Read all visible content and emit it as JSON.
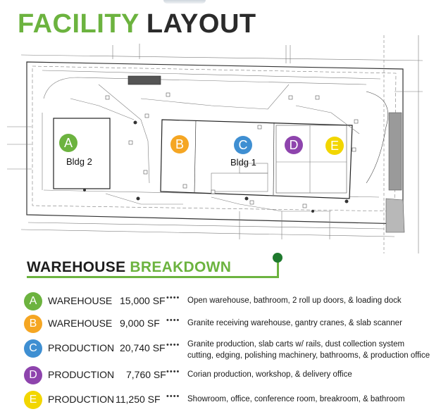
{
  "title": {
    "word1": "FACILITY",
    "word2": "LAYOUT"
  },
  "colors": {
    "green": "#6cb33f",
    "A": "#6cb33f",
    "B": "#f5a623",
    "C": "#3f8fd2",
    "D": "#8e44ad",
    "E": "#f2d600"
  },
  "map": {
    "bldg2_label": "Bldg 2",
    "bldg1_label": "Bldg 1",
    "markers": [
      "A",
      "B",
      "C",
      "D",
      "E"
    ]
  },
  "breakdown": {
    "heading1": "WAREHOUSE",
    "heading2": "BREAKDOWN",
    "rows": [
      {
        "letter": "A",
        "category": "WAREHOUSE",
        "sf": "15,000 SF",
        "dots": "••••",
        "desc1": "Open warehouse, bathroom, 2 roll up doors, & loading dock",
        "desc2": ""
      },
      {
        "letter": "B",
        "category": "WAREHOUSE",
        "sf": "9,000 SF",
        "dots": "••••",
        "desc1": "Granite receiving warehouse, gantry cranes, & slab scanner",
        "desc2": ""
      },
      {
        "letter": "C",
        "category": "PRODUCTION",
        "sf": "20,740 SF",
        "dots": "••••",
        "desc1": "Granite production, slab carts w/ rails, dust collection system",
        "desc2": "cutting, edging, polishing machinery, bathrooms, & production office"
      },
      {
        "letter": "D",
        "category": "PRODUCTION",
        "sf": "7,760 SF",
        "dots": "••••",
        "desc1": "Corian production, workshop, & delivery office",
        "desc2": ""
      },
      {
        "letter": "E",
        "category": "PRODUCTION",
        "sf": "11,250 SF",
        "dots": "••••",
        "desc1": "Showroom, office, conference room, breakroom, & bathroom",
        "desc2": ""
      }
    ]
  }
}
